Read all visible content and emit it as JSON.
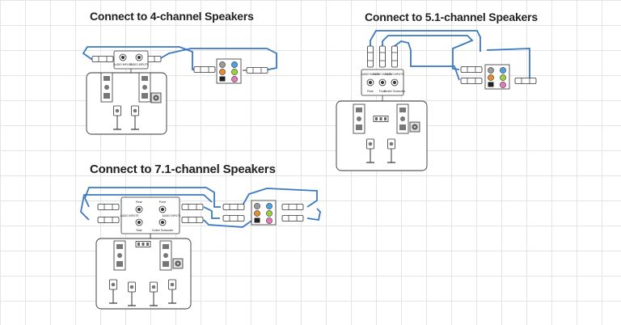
{
  "sections": {
    "four_channel": {
      "title": "Connect to 4-channel Speakers",
      "jacks": [
        "AUDIO INPUTS",
        "AUDIO INPUTS"
      ]
    },
    "five_one_channel": {
      "title": "Connect to 5.1-channel Speakers",
      "jacks": [
        "AUDIO INPUTS",
        "AUDIO INPUTS",
        "AUDIO INPUTS"
      ],
      "jack_labels": [
        "Rear",
        "Front",
        "Center/ Subwoofer"
      ]
    },
    "seven_one_channel": {
      "title": "Connect to 7.1-channel Speakers",
      "jacks": [
        "AUDIO INPUTS",
        "AUDIO INPUTS"
      ],
      "jack_labels": [
        "Rear",
        "Front",
        "Side",
        "Center/ Subwoofer"
      ]
    }
  },
  "colors": {
    "cable": "#3a78c2",
    "line": "#333333",
    "grid": "#e4e4e4",
    "port_lime": "#9ccf3a",
    "port_orange": "#e88a2e",
    "port_pink": "#e879b9",
    "port_black": "#222222",
    "port_gray": "#9a9a9a",
    "port_blue": "#4aa3df"
  },
  "icons": [
    "audio-panel-icon",
    "speaker-icon",
    "satellite-speaker-icon",
    "subwoofer-icon",
    "rca-plug-icon"
  ]
}
